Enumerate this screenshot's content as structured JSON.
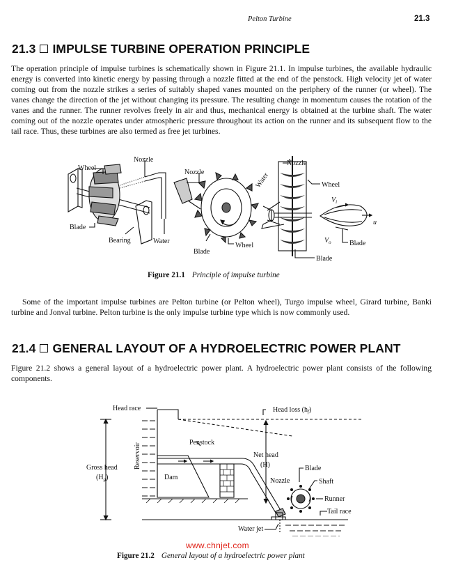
{
  "header": {
    "running_title": "Pelton Turbine",
    "page_number": "21.3"
  },
  "section_213": {
    "number": "21.3",
    "title": "IMPULSE TURBINE OPERATION PRINCIPLE",
    "paragraph": "The operation principle of impulse turbines is schematically shown in Figure 21.1. In impulse turbines, the available hydraulic energy is converted into kinetic energy by passing through a nozzle fitted at the end of the penstock. High velocity jet of water coming out from the nozzle strikes a series of suitably shaped vanes mounted on the periphery of the runner (or wheel). The vanes change the direction of the jet without changing its pressure. The resulting change in momentum causes the rotation of the vanes and the runner. The runner revolves freely in air and thus, mechanical energy is obtained at the turbine shaft. The water coming out of the nozzle operates under atmospheric pressure throughout its action on the runner and its subsequent flow to the tail race. Thus, these turbines are also termed as free jet turbines."
  },
  "figure_211": {
    "labels": {
      "wheel": "Wheel",
      "nozzle": "Nozzle",
      "blade": "Blade",
      "bearing": "Bearing",
      "water": "Water",
      "vi": "V",
      "vi_sub": "i",
      "vo": "V",
      "vo_sub": "o",
      "u": "u"
    },
    "caption_label": "Figure 21.1",
    "caption_text": "Principle of impulse turbine"
  },
  "paragraph_after_fig": "Some of the important impulse turbines are Pelton turbine (or Pelton wheel), Turgo impulse wheel, Girard turbine, Banki turbine and Jonval turbine. Pelton turbine is the only impulse turbine type which is now commonly used.",
  "section_214": {
    "number": "21.4",
    "title": "GENERAL LAYOUT OF A HYDROELECTRIC POWER PLANT",
    "paragraph": "Figure 21.2 shows a general layout of a hydroelectric power plant. A hydroelectric power plant consists of the following components."
  },
  "figure_212": {
    "labels": {
      "head_race": "Head race",
      "head_loss": "Head loss (h",
      "head_loss_sub": "f",
      "head_loss_close": ")",
      "penstock": "Penstock",
      "net_head": "Net head",
      "net_head_h": "(H)",
      "reservoir": "Reservoir",
      "gross_head": "Gross head",
      "gross_head_h": "(H",
      "gross_head_sub": "g",
      "gross_head_close": ")",
      "dam": "Dam",
      "blade": "Blade",
      "shaft": "Shaft",
      "nozzle": "Nozzle",
      "runner": "Runner",
      "tail_race": "Tail race",
      "water_jet": "Water jet"
    },
    "caption_label": "Figure 21.2",
    "caption_text": "General layout of a hydroelectric power plant"
  },
  "footer": {
    "watermark": "www.chnjet.com"
  }
}
